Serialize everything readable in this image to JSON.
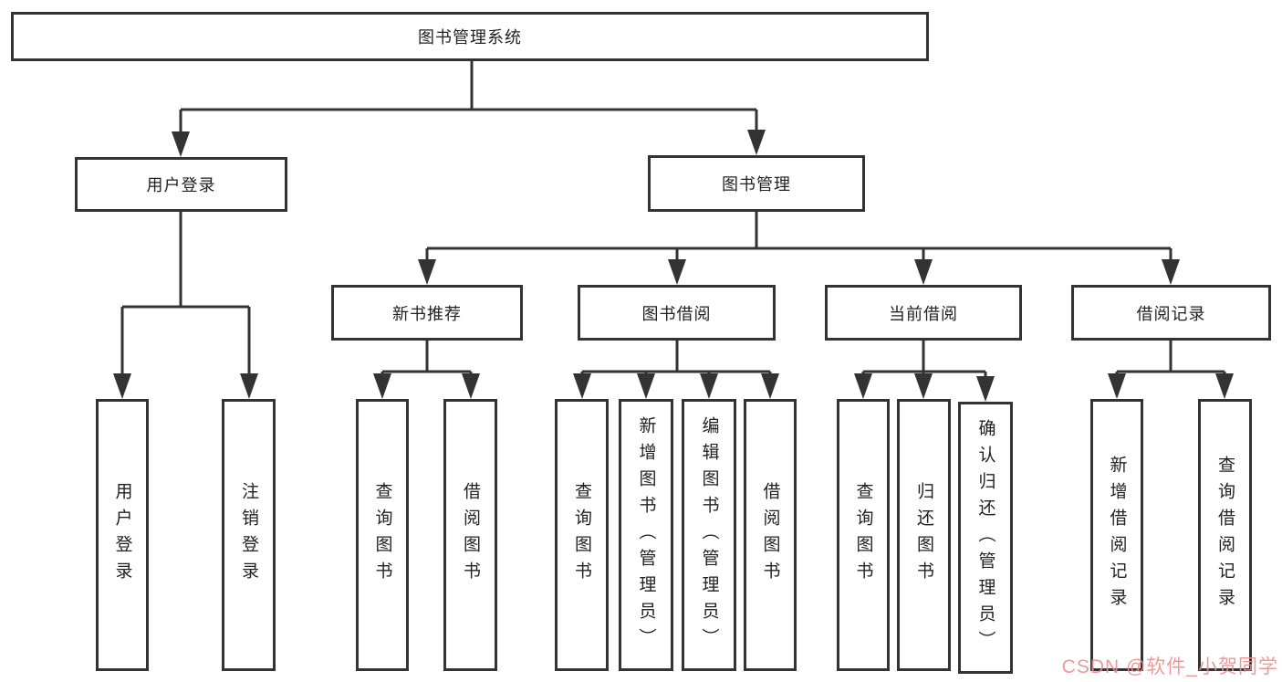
{
  "diagram": {
    "root": {
      "label": "图书管理系统"
    },
    "branches": [
      {
        "label": "用户登录",
        "children": [
          {
            "label": "用户登录"
          },
          {
            "label": "注销登录"
          }
        ]
      },
      {
        "label": "图书管理",
        "children": [
          {
            "label": "新书推荐",
            "children": [
              {
                "label": "查询图书"
              },
              {
                "label": "借阅图书"
              }
            ]
          },
          {
            "label": "图书借阅",
            "children": [
              {
                "label": "查询图书"
              },
              {
                "label": "新增图书（管理员）"
              },
              {
                "label": "编辑图书（管理员）"
              },
              {
                "label": "借阅图书"
              }
            ]
          },
          {
            "label": "当前借阅",
            "children": [
              {
                "label": "查询图书"
              },
              {
                "label": "归还图书"
              },
              {
                "label": "确认归还（管理员）"
              }
            ]
          },
          {
            "label": "借阅记录",
            "children": [
              {
                "label": "新增借阅记录"
              },
              {
                "label": "查询借阅记录"
              }
            ]
          }
        ]
      }
    ]
  },
  "watermark": {
    "text": "CSDN @软件_小贺同学",
    "color": "#ed8f8f"
  },
  "colors": {
    "line": "#333333",
    "box_border": "#333333",
    "text": "#222222",
    "background": "#ffffff"
  }
}
